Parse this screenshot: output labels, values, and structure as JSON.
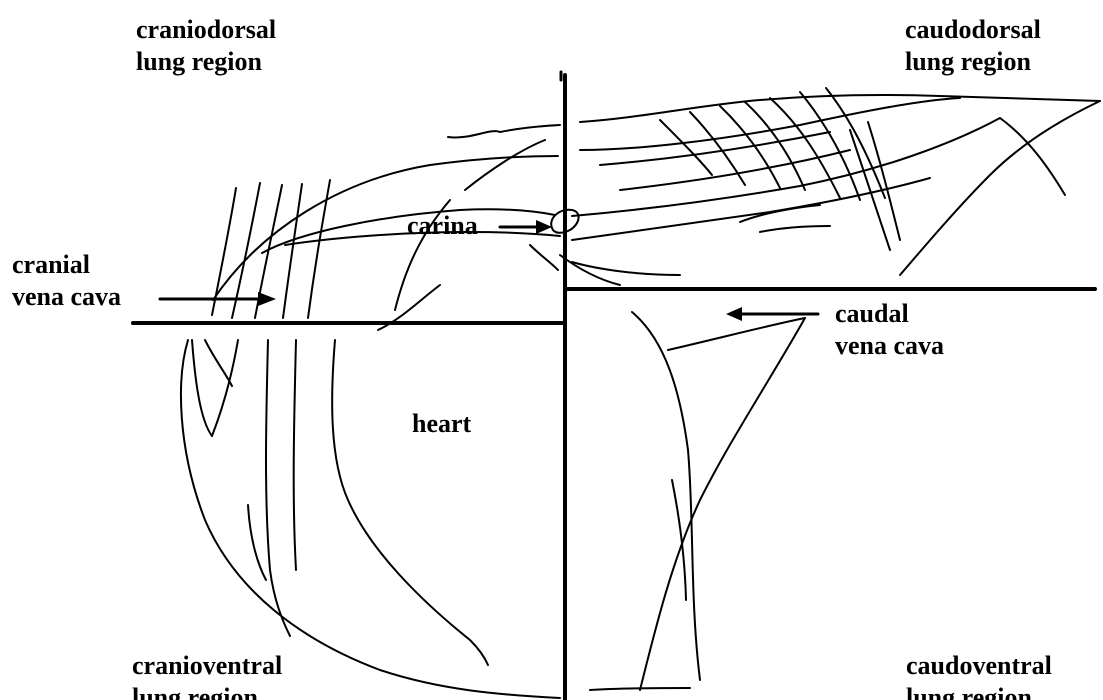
{
  "labels": {
    "craniodorsal": [
      "craniodorsal",
      "lung region"
    ],
    "caudodorsal": [
      "caudodorsal",
      "lung region"
    ],
    "cranial_vena_cava": [
      "cranial",
      "vena cava"
    ],
    "carina": "carina",
    "caudal_vena_cava": [
      "caudal",
      "vena cava"
    ],
    "heart": "heart",
    "cranioventral": [
      "cranioventral",
      "lung region"
    ],
    "caudoventral": [
      "caudoventral",
      "lung region"
    ]
  },
  "colors": {
    "ink": "#000000",
    "background": "#ffffff"
  }
}
